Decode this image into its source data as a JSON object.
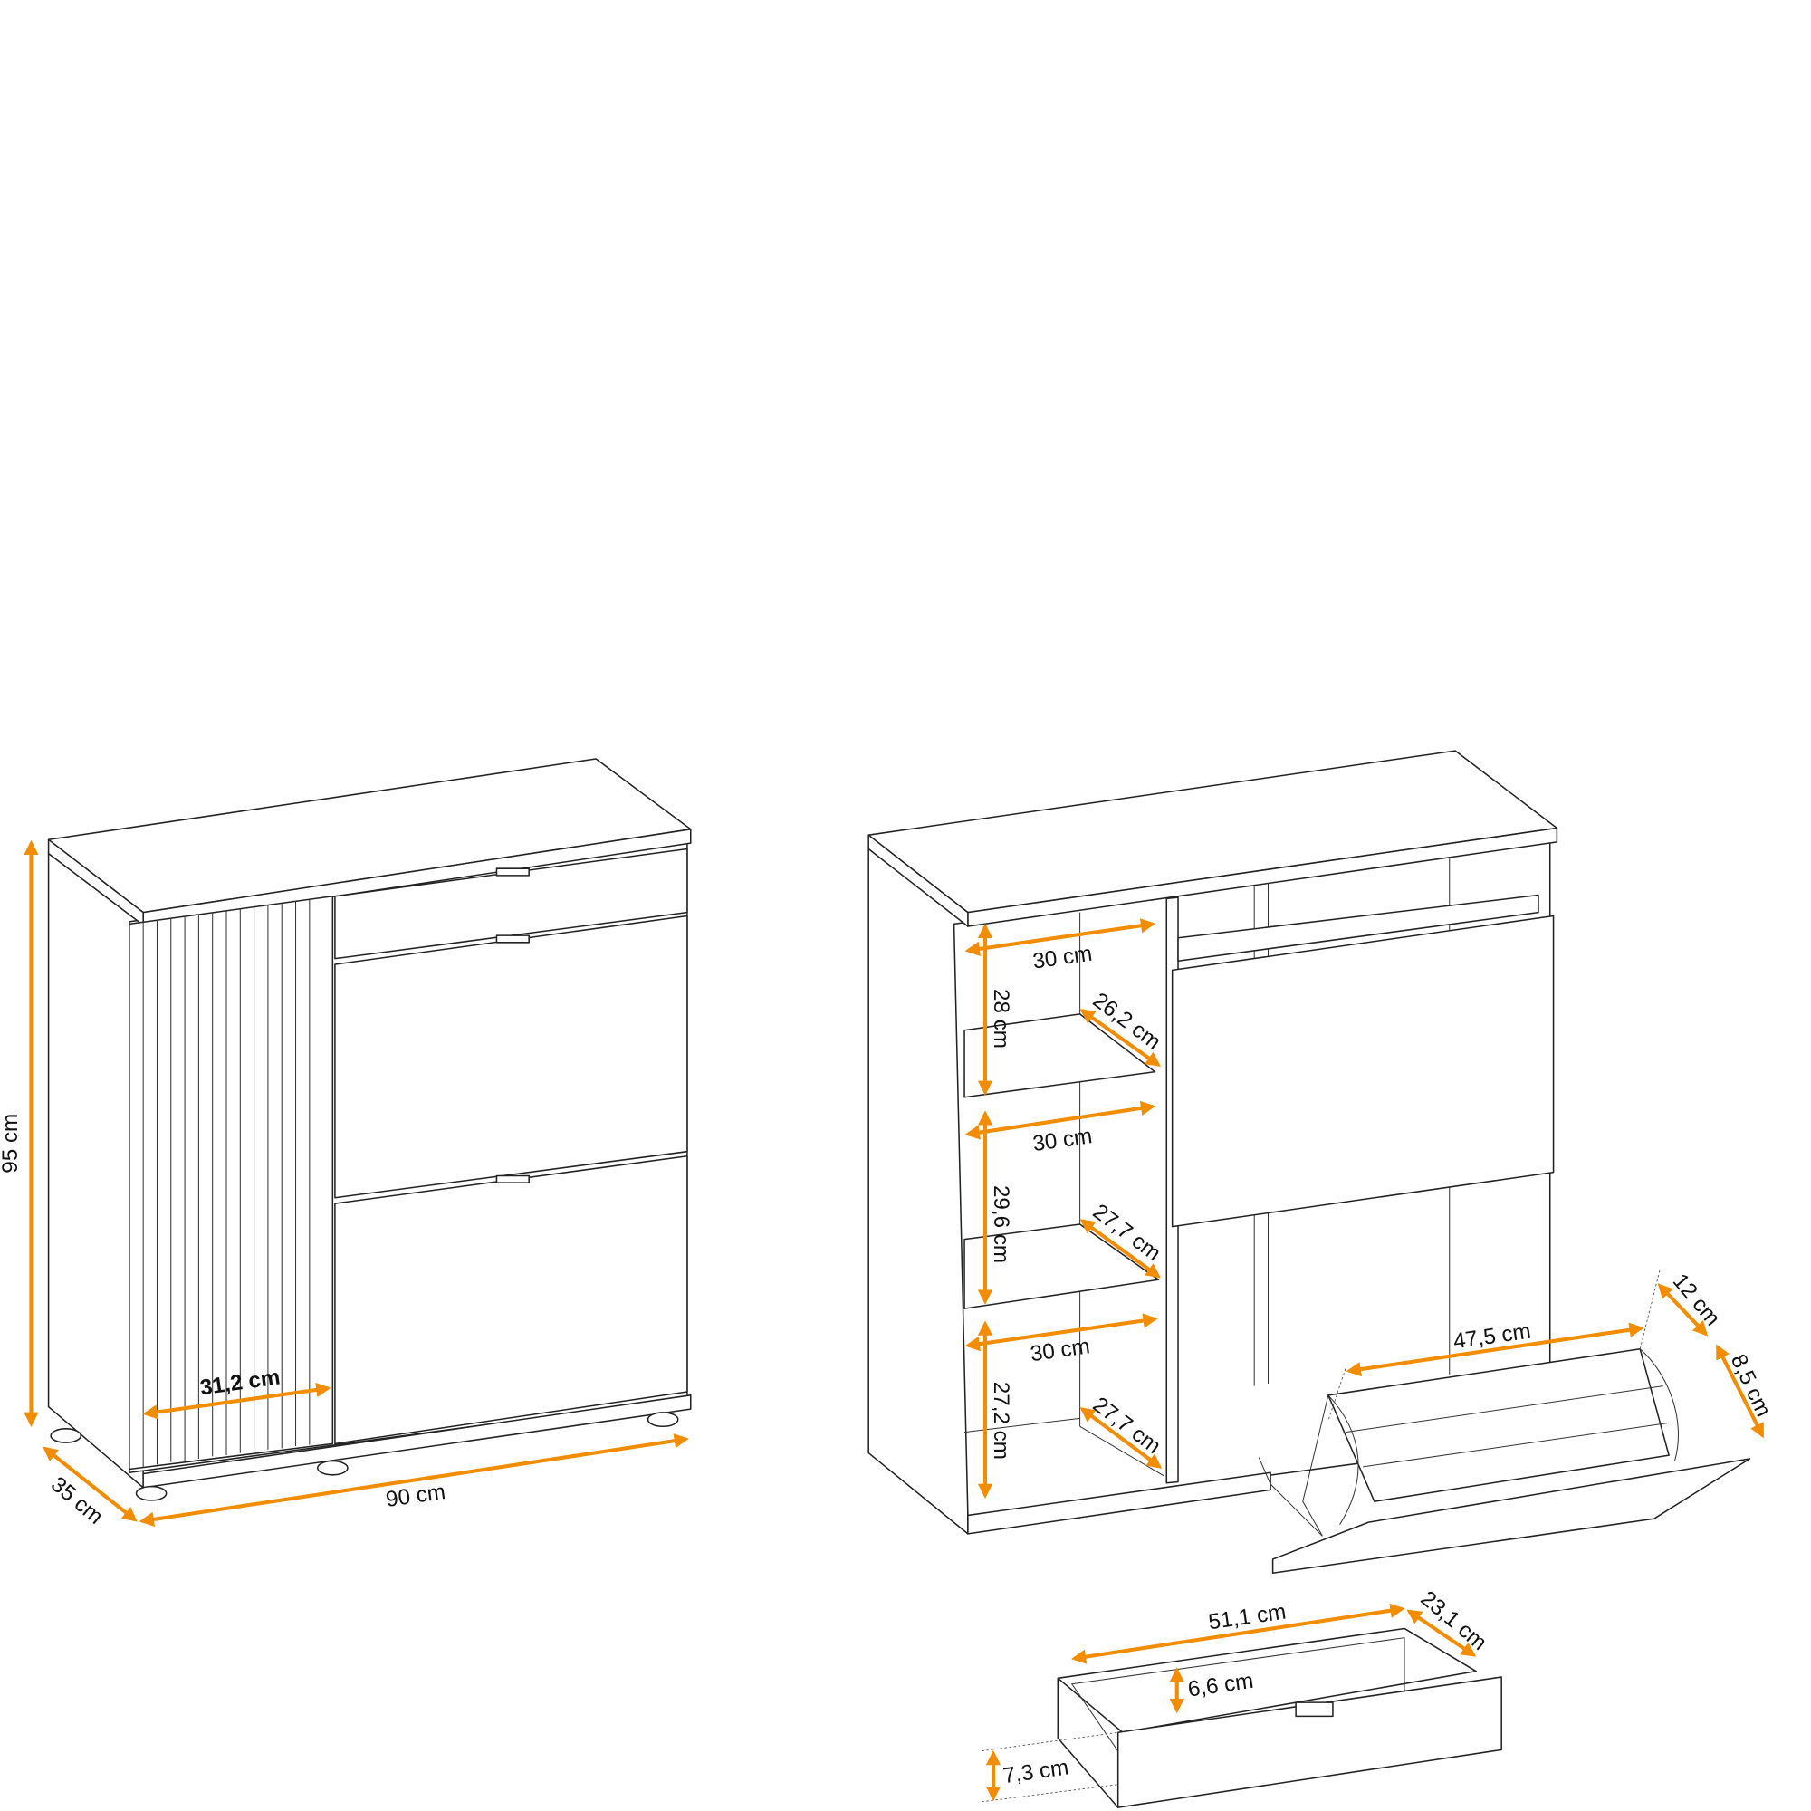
{
  "colors": {
    "dimension_arrow": "#f28c00",
    "line": "#222222"
  },
  "left_cabinet": {
    "height": "95 cm",
    "depth": "35 cm",
    "width": "90 cm",
    "slat_door_width": "31,2 cm"
  },
  "right_cabinet": {
    "shelf_widths": [
      "30 cm",
      "30 cm",
      "30 cm"
    ],
    "shelf_heights": [
      "28 cm",
      "29,6 cm",
      "27,2 cm"
    ],
    "shelf_depths": [
      "26,2 cm",
      "27,7 cm",
      "27,7 cm"
    ],
    "shoe_rack_width": "47,5 cm",
    "shoe_rack_depth_top": "12 cm",
    "shoe_rack_depth_side": "8,5 cm"
  },
  "drawer": {
    "width": "51,1 cm",
    "depth": "23,1 cm",
    "inner_height": "6,6 cm",
    "front_height": "7,3 cm"
  }
}
